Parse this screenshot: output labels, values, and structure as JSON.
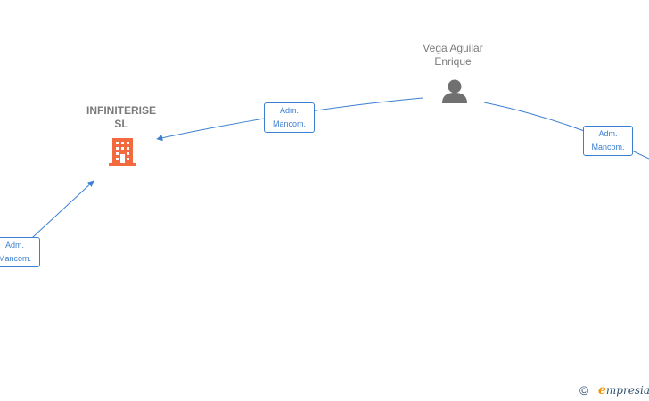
{
  "nodes": {
    "company": {
      "name_line1": "INFINITERISE",
      "name_line2": "SL",
      "icon": "building-icon",
      "color": "#f26a3d"
    },
    "person": {
      "name_line1": "Vega Aguilar",
      "name_line2": "Enrique",
      "icon": "person-icon",
      "color": "#707070"
    }
  },
  "edges": [
    {
      "label_line1": "Adm.",
      "label_line2": "Mancom."
    },
    {
      "label_line1": "Adm.",
      "label_line2": "Mancom."
    },
    {
      "label_line1": "Adm.",
      "label_line2": "Mancom."
    }
  ],
  "edge_color": "#3b7fd0",
  "footer": {
    "copyright": "©",
    "brand_initial": "e",
    "brand_rest": "mpresia"
  }
}
